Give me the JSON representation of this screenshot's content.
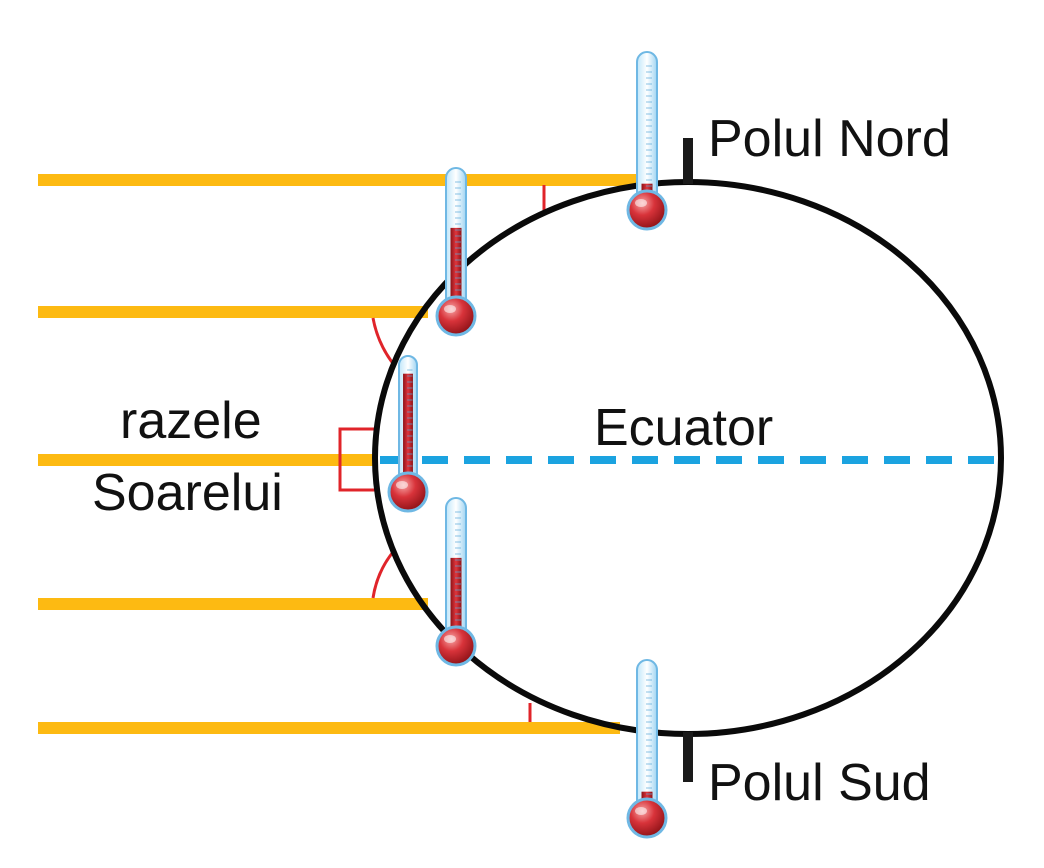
{
  "labels": {
    "north_pole": "Polul Nord",
    "south_pole": "Polul Sud",
    "equator": "Ecuator",
    "sun_rays_line1": "razele",
    "sun_rays_line2": "Soarelui"
  },
  "colors": {
    "sun_ray": "#FDBA12",
    "equator_line": "#1BA3E0",
    "angle_mark": "#E0242A",
    "globe_outline": "#0a0a0a",
    "thermometer_liquid": "#C8252C",
    "thermometer_glass": "#8ECDEF"
  },
  "thermometers": [
    {
      "id": "north-pole",
      "level": 0.12
    },
    {
      "id": "upper-mid",
      "level": 0.62
    },
    {
      "id": "equator",
      "level": 0.95
    },
    {
      "id": "lower-mid",
      "level": 0.62
    },
    {
      "id": "south-pole",
      "level": 0.12
    }
  ]
}
